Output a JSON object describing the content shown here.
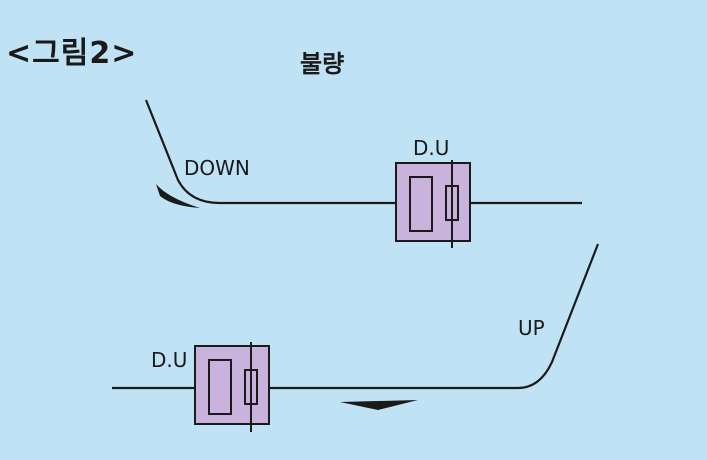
{
  "figure": {
    "title": "<그림2>",
    "status": "불량"
  },
  "top_path": {
    "direction_label": "DOWN",
    "unit_label": "D.U"
  },
  "bottom_path": {
    "direction_label": "UP",
    "unit_label": "D.U"
  },
  "colors": {
    "background": "#bfe3f5",
    "unit_fill": "#c9b3dc",
    "line": "#1a1a1a"
  }
}
